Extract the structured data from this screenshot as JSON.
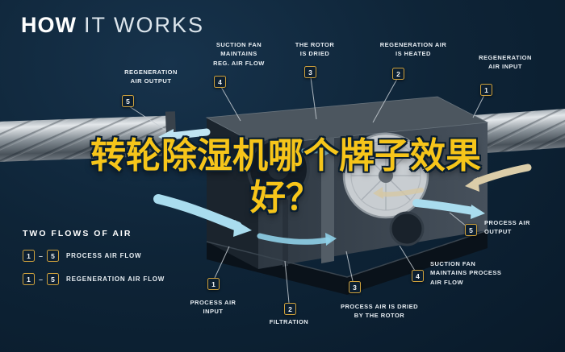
{
  "title": {
    "bold": "HOW",
    "light": "IT WORKS"
  },
  "overlay": {
    "text": "转轮除湿机哪个牌子效果好？"
  },
  "callouts": {
    "top": [
      {
        "num": "5",
        "lines": [
          "REGENERATION",
          "AIR OUTPUT"
        ]
      },
      {
        "num": "4",
        "lines": [
          "SUCTION FAN",
          "MAINTAINS",
          "REG. AIR FLOW"
        ]
      },
      {
        "num": "3",
        "lines": [
          "THE ROTOR",
          "IS DRIED"
        ]
      },
      {
        "num": "2",
        "lines": [
          "REGENERATION AIR",
          "IS HEATED"
        ]
      },
      {
        "num": "1",
        "lines": [
          "REGENERATION",
          "AIR INPUT"
        ]
      }
    ],
    "bottom": [
      {
        "num": "1",
        "lines": [
          "PROCESS AIR",
          "INPUT"
        ]
      },
      {
        "num": "2",
        "lines": [
          "FILTRATION"
        ]
      },
      {
        "num": "3",
        "lines": [
          "PROCESS AIR IS DRIED",
          "BY THE ROTOR"
        ]
      },
      {
        "num": "4",
        "lines": [
          "SUCTION FAN",
          "MAINTAINS PROCESS",
          "AIR FLOW"
        ]
      },
      {
        "num": "5",
        "lines": [
          "PROCESS AIR",
          "OUTPUT"
        ]
      }
    ]
  },
  "legend": {
    "heading": "TWO FLOWS OF AIR",
    "separator": "–",
    "rows": [
      {
        "from": "1",
        "to": "5",
        "label": "PROCESS AIR FLOW"
      },
      {
        "from": "1",
        "to": "5",
        "label": "REGENERATION AIR FLOW"
      }
    ]
  },
  "colors": {
    "background": "#0e2437",
    "badge_border_gold": "#cfa23d",
    "overlay_yellow": "#f6c51a",
    "process_air_blue": "#a9dcee",
    "regeneration_air_beige": "#dbcda9"
  }
}
